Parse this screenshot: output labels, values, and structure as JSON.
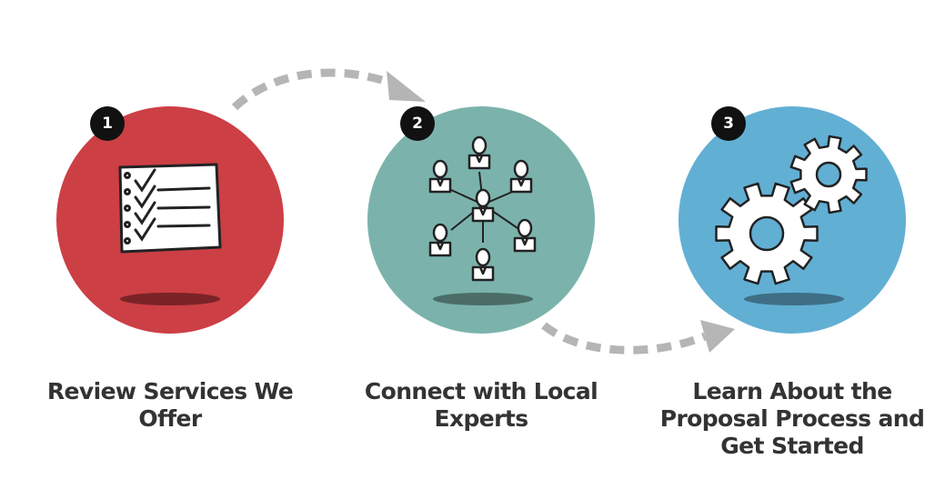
{
  "colors": {
    "step1": "#cc3f45",
    "step2": "#7bb3ac",
    "step3": "#62afd4",
    "arrow": "#b5b5b5",
    "text": "#333333",
    "badge": "#111111"
  },
  "steps": [
    {
      "number": "1",
      "icon": "checklist-icon",
      "caption_lines": [
        "Review Services We",
        "Offer"
      ]
    },
    {
      "number": "2",
      "icon": "people-network-icon",
      "caption_lines": [
        "Connect with Local",
        "Experts"
      ]
    },
    {
      "number": "3",
      "icon": "gears-icon",
      "caption_lines": [
        "Learn About the",
        "Proposal Process and",
        "Get Started"
      ]
    }
  ]
}
